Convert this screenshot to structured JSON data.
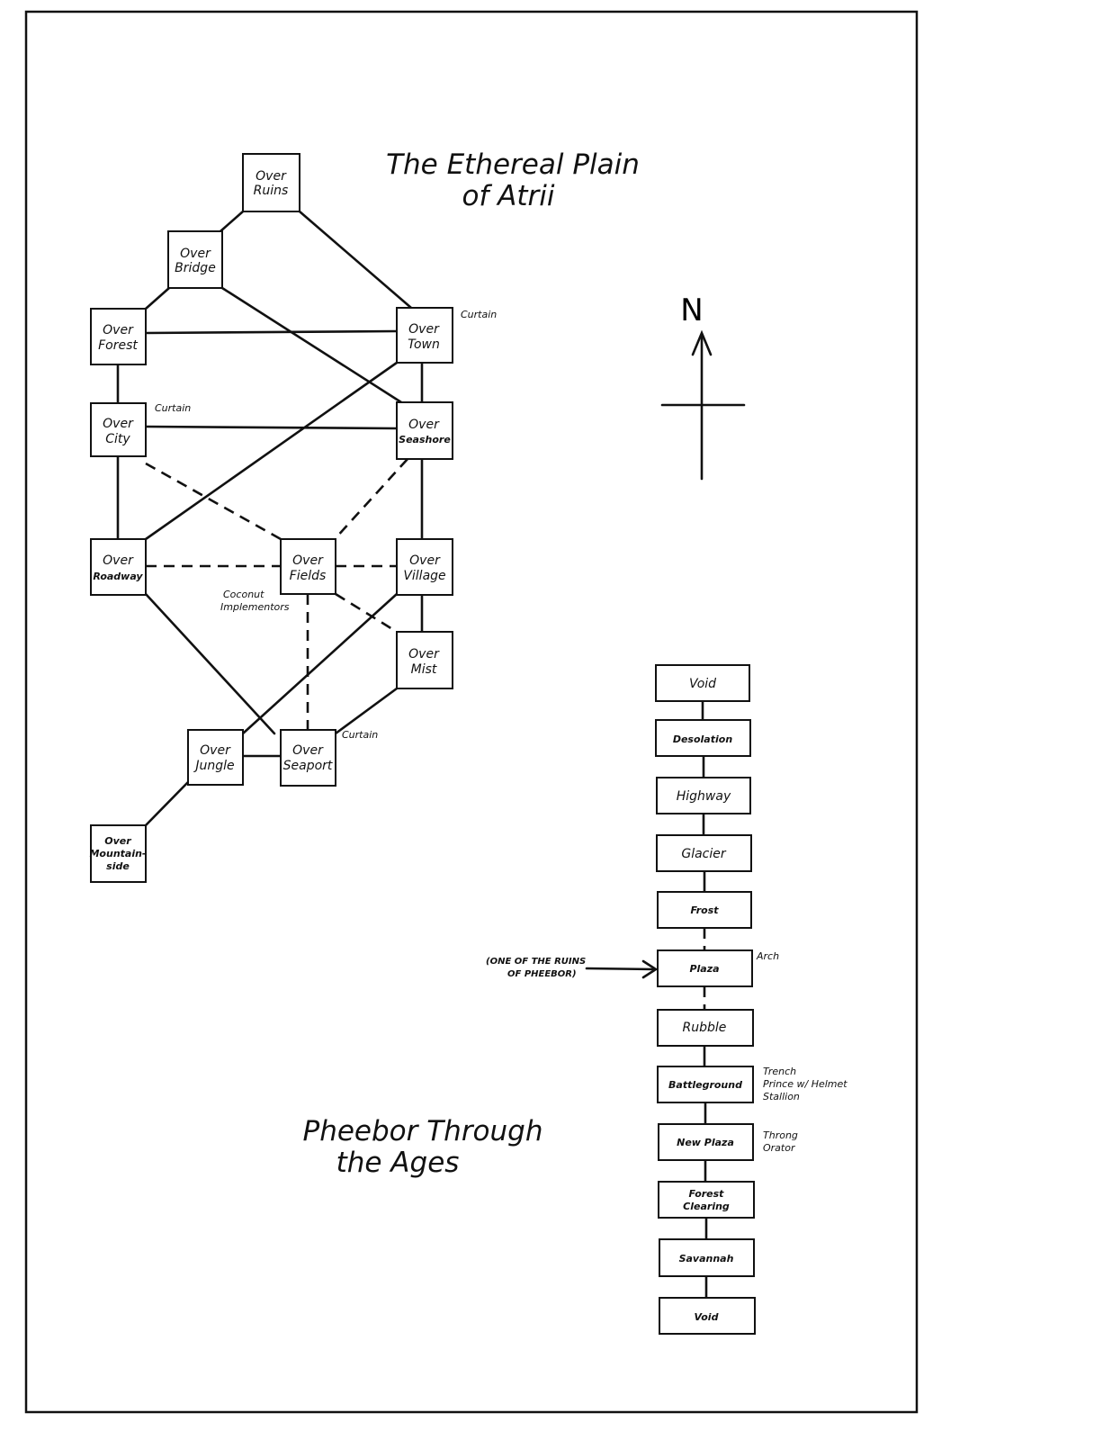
{
  "map": {
    "title_line1": "The Ethereal Plain",
    "title_line2": "of Atrii",
    "rooms": {
      "over_ruins": [
        "Over",
        "Ruins"
      ],
      "over_bridge": [
        "Over",
        "Bridge"
      ],
      "over_forest": [
        "Over",
        "Forest"
      ],
      "over_town": [
        "Over",
        "Town"
      ],
      "over_city": [
        "Over",
        "City"
      ],
      "over_seashore": [
        "Over",
        "Seashore"
      ],
      "over_roadway": [
        "Over",
        "Roadway"
      ],
      "over_fields": [
        "Over",
        "Fields"
      ],
      "over_village": [
        "Over",
        "Village"
      ],
      "over_mist": [
        "Over",
        "Mist"
      ],
      "over_jungle": [
        "Over",
        "Jungle"
      ],
      "over_seaport": [
        "Over",
        "Seaport"
      ],
      "over_mountainside": [
        "Over",
        "Mountain-",
        "side"
      ]
    },
    "notes": {
      "curtain_town": "Curtain",
      "curtain_city": "Curtain",
      "curtain_seaport": "Curtain",
      "coconut_line1": "Coconut",
      "coconut_line2": "Implementors"
    }
  },
  "compass": {
    "north_label": "N"
  },
  "timeline": {
    "title_line1": "Pheebor Through",
    "title_line2": "the Ages",
    "rooms": {
      "void_top": "Void",
      "desolation": "Desolation",
      "highway": "Highway",
      "glacier": "Glacier",
      "frost": "Frost",
      "plaza": "Plaza",
      "rubble": "Rubble",
      "battleground": "Battleground",
      "new_plaza": "New Plaza",
      "forest_clearing": [
        "Forest",
        "Clearing"
      ],
      "savannah": "Savannah",
      "void_bottom": "Void"
    },
    "notes": {
      "ruins_line1": "(ONE OF THE RUINS",
      "ruins_line2": "OF PHEEBOR)",
      "arch": "Arch",
      "trench": "Trench",
      "prince": "Prince w/ Helmet",
      "stallion": "Stallion",
      "throng": "Throng",
      "orator": "Orator"
    }
  }
}
